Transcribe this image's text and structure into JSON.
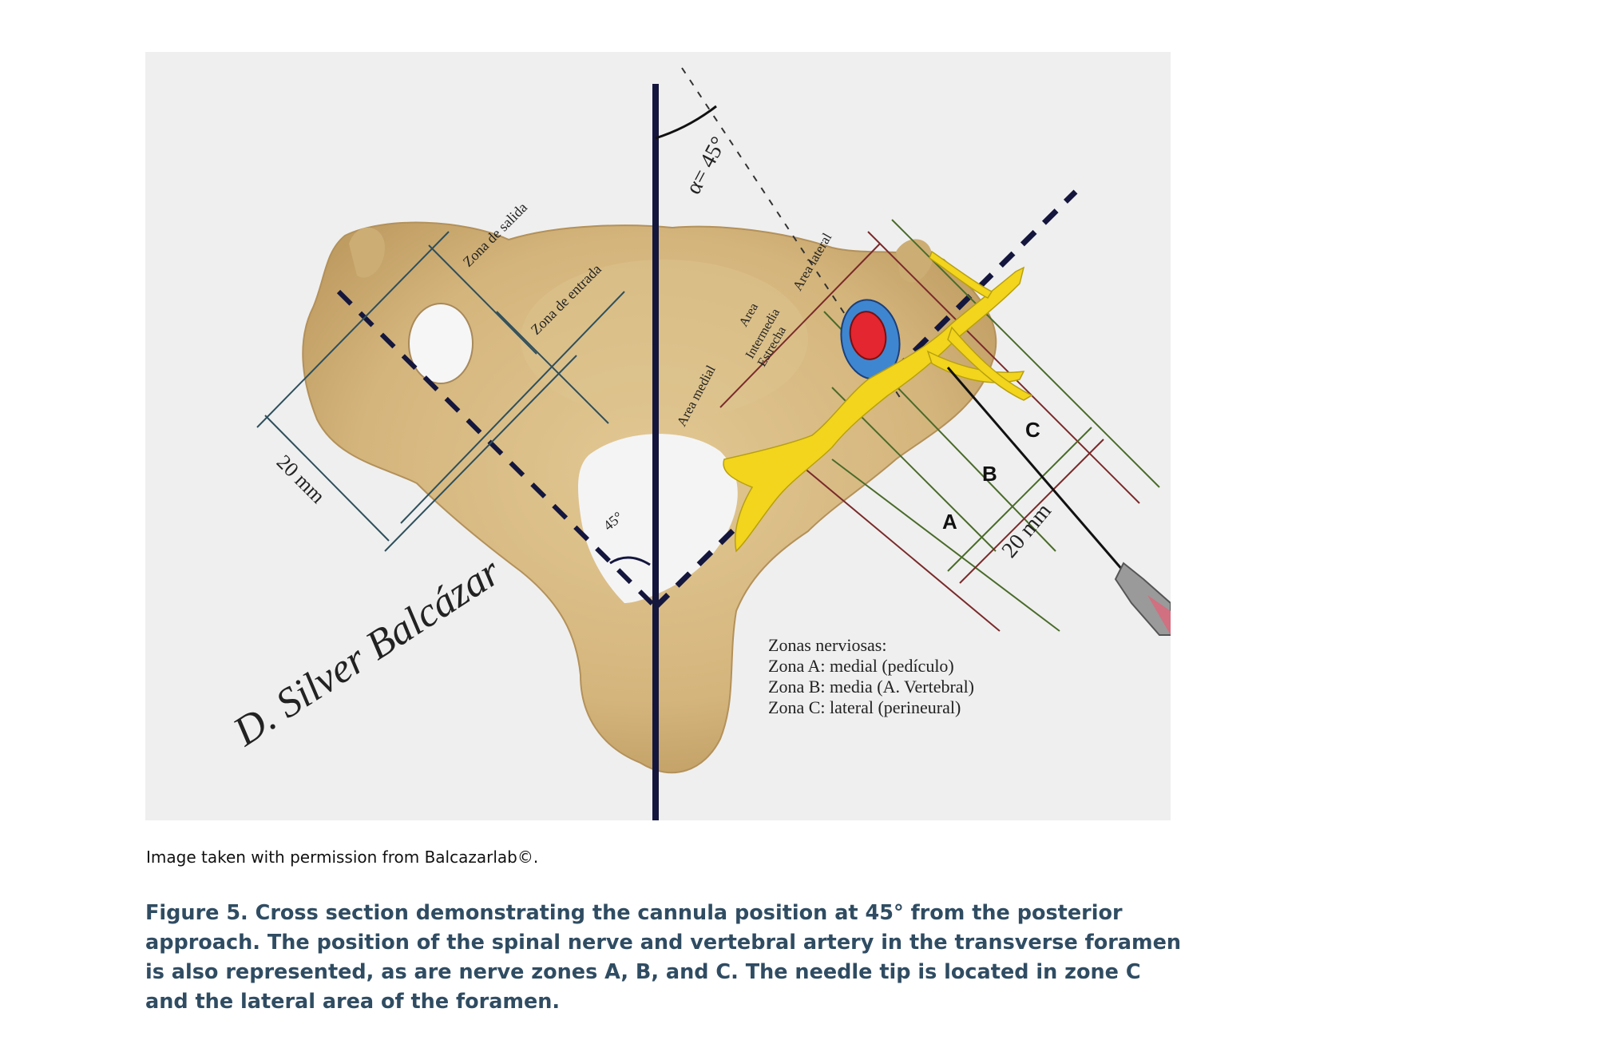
{
  "figure": {
    "angle_top_label": "α= 45°",
    "angle_center_label": "45°",
    "left_labels": {
      "exit_zone": "Zona de salida",
      "entry_zone": "Zona de entrada",
      "measure_left": "20 mm"
    },
    "right_labels": {
      "lateral_area": "Area lateral",
      "intermediate_area_line1": "Area",
      "intermediate_area_line2": "Intermedia",
      "intermediate_area_line3": "Estrecha",
      "medial_area": "Area medial",
      "measure_right": "20 mm"
    },
    "zone_letters": {
      "a": "A",
      "b": "B",
      "c": "C"
    },
    "signature": "D. Silver Balcázar",
    "legend": {
      "title": "Zonas nerviosas:",
      "zone_a": "Zona A: medial (pedículo)",
      "zone_b": "Zona B: media (A. Vertebral)",
      "zone_c": "Zona C: lateral (perineural)"
    },
    "colors": {
      "bone": "#d8bc86",
      "nerve": "#f2d51c",
      "artery": "#e3262f",
      "vein": "#3f86d0",
      "midline": "#14163d",
      "green_lines": "#4a6b2a",
      "red_lines": "#7a2a2a"
    }
  },
  "permission_note": "Image taken with permission from Balcazarlab©.",
  "caption": "Figure 5. Cross section demonstrating the cannula position at 45° from the posterior approach. The position of the spinal nerve and vertebral artery in the transverse foramen is also represented, as are nerve zones A, B, and C. The needle tip is located in zone C and the lateral area of the foramen."
}
